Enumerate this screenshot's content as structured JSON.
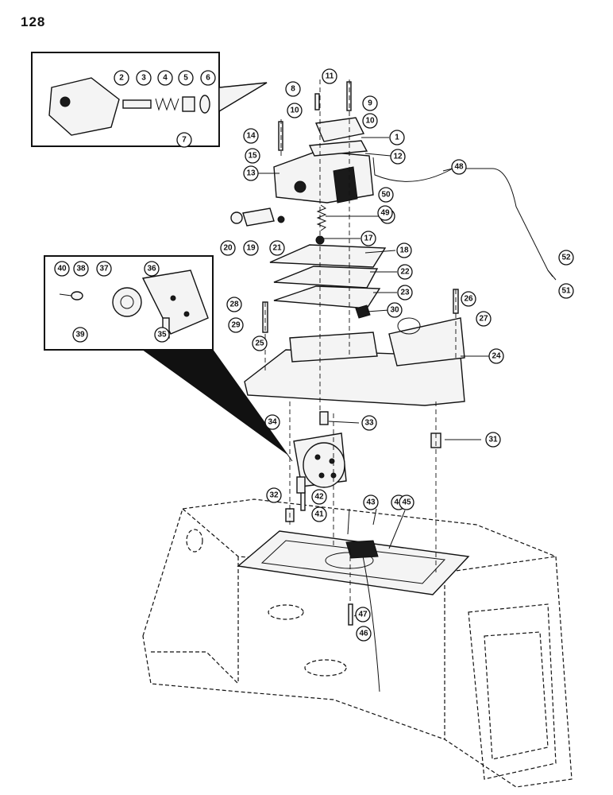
{
  "page": {
    "number": "128"
  },
  "callouts": [
    "1",
    "2",
    "3",
    "4",
    "5",
    "6",
    "7",
    "8",
    "9",
    "10",
    "10",
    "11",
    "12",
    "13",
    "14",
    "15",
    "16",
    "17",
    "18",
    "19",
    "20",
    "21",
    "22",
    "23",
    "24",
    "25",
    "26",
    "27",
    "28",
    "29",
    "30",
    "31",
    "32",
    "33",
    "34",
    "35",
    "36",
    "37",
    "38",
    "39",
    "40",
    "41",
    "42",
    "43",
    "44",
    "45",
    "46",
    "47",
    "48",
    "49",
    "50",
    "51",
    "52",
    "53"
  ]
}
